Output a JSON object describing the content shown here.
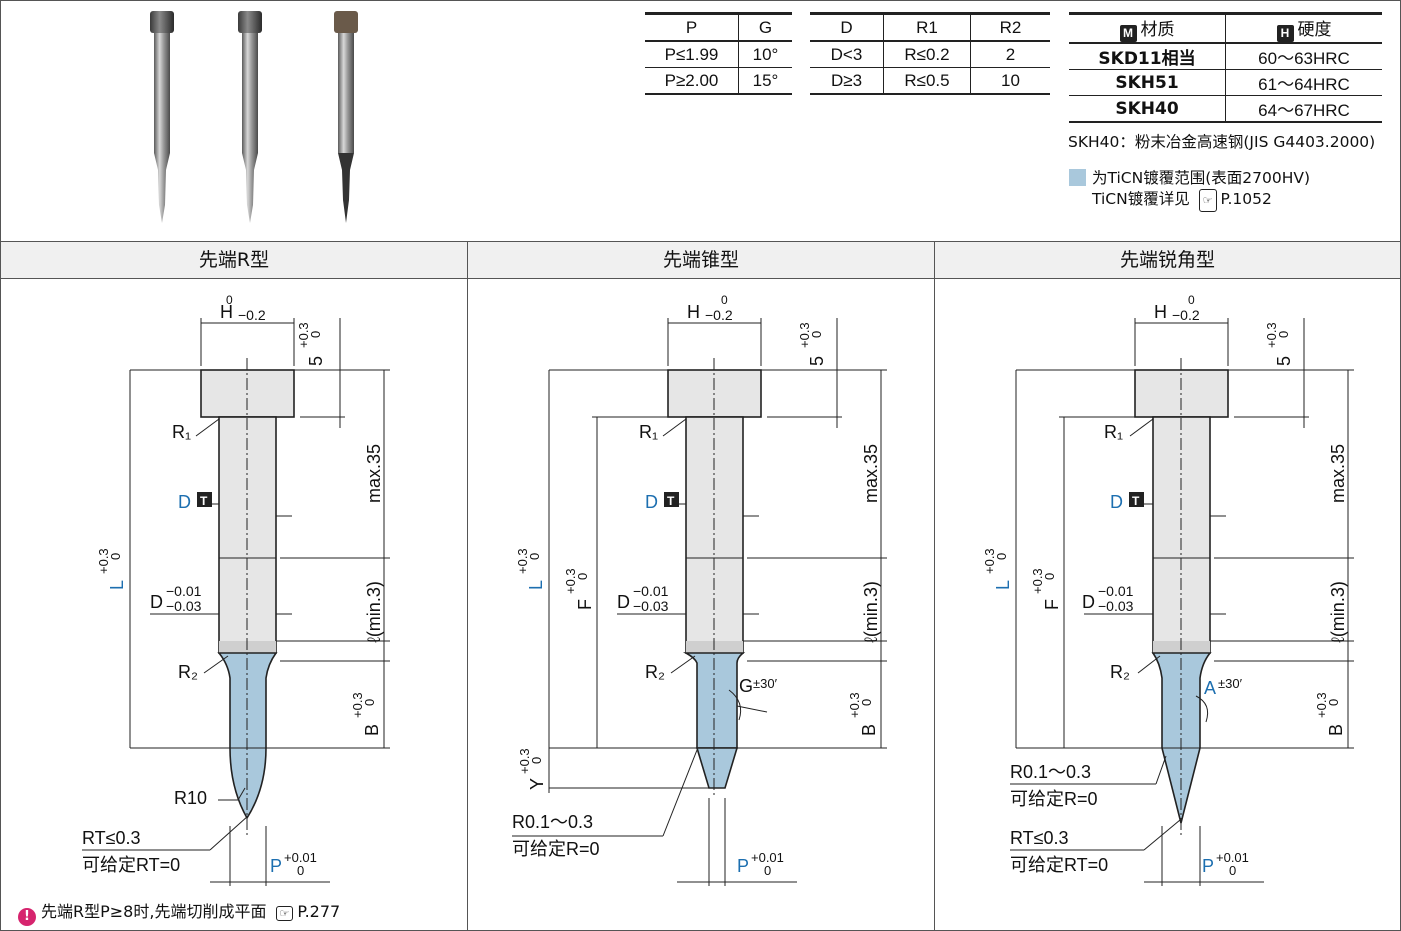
{
  "table_pg": {
    "headers": [
      "P",
      "G"
    ],
    "rows": [
      [
        "P≤1.99",
        "10°"
      ],
      [
        "P≥2.00",
        "15°"
      ]
    ]
  },
  "table_dr": {
    "headers": [
      "D",
      "R1",
      "R2"
    ],
    "rows": [
      [
        "D<3",
        "R≤0.2",
        "2"
      ],
      [
        "D≥3",
        "R≤0.5",
        "10"
      ]
    ]
  },
  "table_material": {
    "header_material_mark": "M",
    "header_material": "材质",
    "header_hardness_mark": "H",
    "header_hardness": "硬度",
    "rows": [
      [
        "SKD11相当",
        "60～63HRC"
      ],
      [
        "SKH51",
        "61～64HRC"
      ],
      [
        "SKH40",
        "64～67HRC"
      ]
    ]
  },
  "notes": {
    "skh40": "SKH40：粉末冶金高速钢(JIS G4403.2000)",
    "coating_line1": "为TiCN镀覆范围(表面2700HV)",
    "coating_line2": "TiCN镀覆详见",
    "coating_ref": "P.1052"
  },
  "sections": [
    {
      "title": "先端R型"
    },
    {
      "title": "先端锥型"
    },
    {
      "title": "先端锐角型"
    }
  ],
  "dims": {
    "H": "H",
    "H_tol_up": "0",
    "H_tol_low": "−0.2",
    "five": "5",
    "five_tol_up": "+0.3",
    "five_tol_low": "0",
    "max35": "max.35",
    "R1": "R₁",
    "R2": "R₂",
    "D": "D",
    "T_mark": "T",
    "D_tol_up": "−0.01",
    "D_tol_low": "−0.03",
    "L": "L",
    "L_tol_up": "+0.3",
    "L_tol_low": "0",
    "F": "F",
    "F_tol_up": "+0.3",
    "F_tol_low": "0",
    "ell": "ℓ(min.3)",
    "B": "B",
    "B_tol_up": "+0.3",
    "B_tol_low": "0",
    "P": "P",
    "P_tol_up": "+0.01",
    "P_tol_low": "0",
    "Y": "Y",
    "Y_tol_up": "+0.3",
    "Y_tol_low": "0",
    "G": "G",
    "G_tol": "±30′",
    "A": "A",
    "A_tol": "±30′",
    "R10": "R10",
    "RT": "RT≤0.3",
    "RT_zero": "可给定RT=0",
    "R01": "R0.1～0.3",
    "R_zero": "可给定R=0"
  },
  "footnote": {
    "text": "先端R型P≥8时,先端切削成平面",
    "ref": "P.277"
  },
  "colors": {
    "coating": "#a9c8dc",
    "blue_label": "#1d6fb0",
    "warn": "#d6246e"
  }
}
